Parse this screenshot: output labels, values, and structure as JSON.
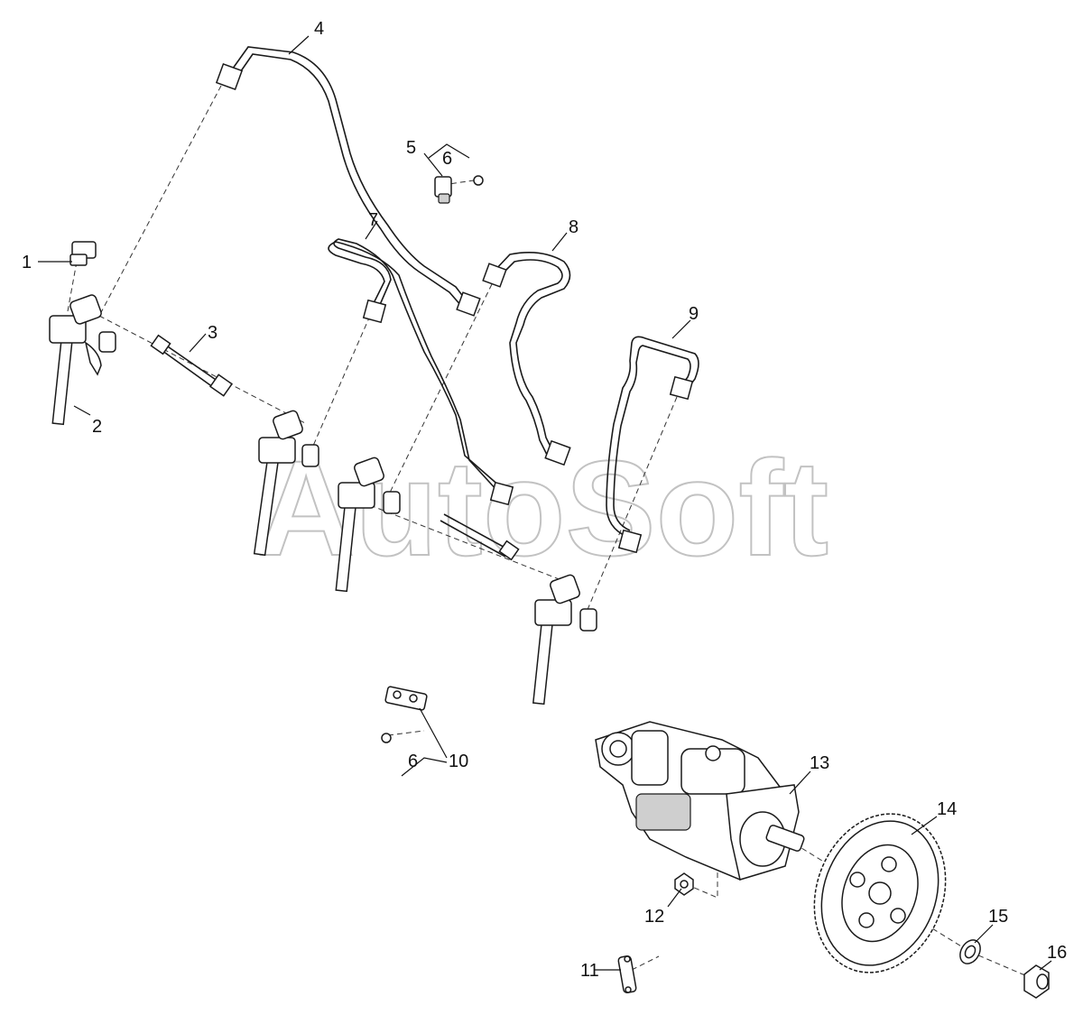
{
  "watermark": "AutoSoft",
  "callouts": [
    "1",
    "2",
    "3",
    "4",
    "5",
    "6",
    "7",
    "8",
    "9",
    "6",
    "10",
    "11",
    "12",
    "13",
    "14",
    "15",
    "16"
  ],
  "colors": {
    "line": "#1a1a1a",
    "background": "#ffffff",
    "watermark_outline": "#b8b8b8"
  }
}
